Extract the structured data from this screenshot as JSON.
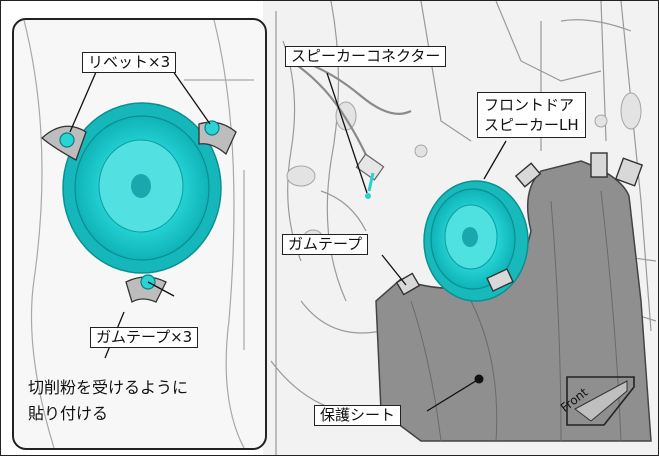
{
  "labels": {
    "rivet": "リベット×3",
    "gum_tape_x3": "ガムテープ×3",
    "note_line1": "切削粉を受けるように",
    "note_line2": "貼り付ける",
    "speaker_connector": "スピーカーコネクター",
    "front_door_line1": "フロントドア",
    "front_door_line2": "スピーカーLH",
    "gum_tape": "ガムテープ",
    "protective_sheet": "保護シート",
    "front": "Front"
  },
  "colors": {
    "speaker": "#27d6d6",
    "sheet": "#8f8f8f",
    "line": "#111111"
  }
}
